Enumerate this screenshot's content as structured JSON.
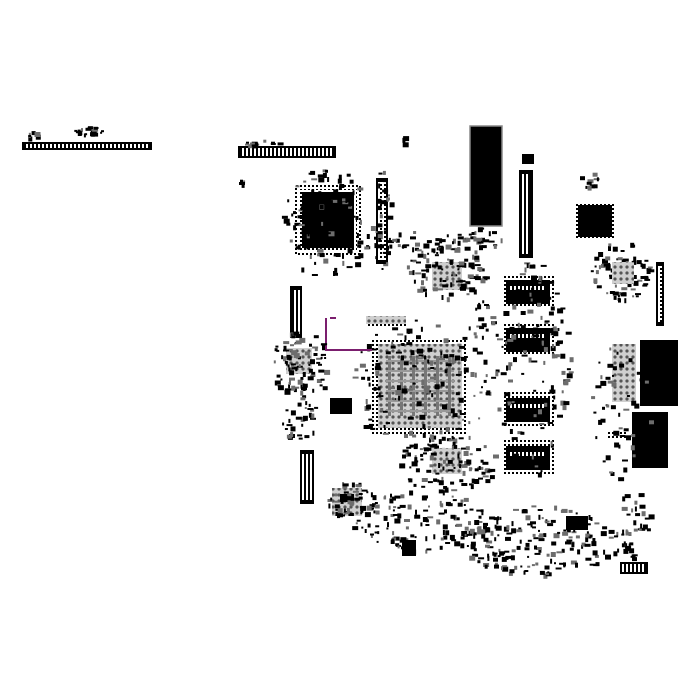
{
  "colors": {
    "background": "#ffffff",
    "ink": "#000000",
    "pad": "#bdbdbd",
    "trace": "#7b1e6e"
  },
  "components": {
    "main_soc": "bga-chip",
    "secondary_soc": "qfp-chip",
    "memory_chips": "dram-chip",
    "connectors": "pin-header",
    "passives": "smd-component"
  }
}
